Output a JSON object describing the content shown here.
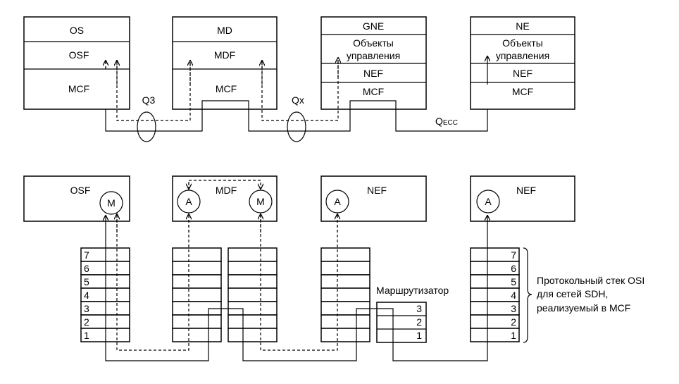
{
  "top": {
    "os": {
      "title": "OS",
      "osf": "OSF",
      "mcf": "MCF"
    },
    "md": {
      "title": "MD",
      "mdf": "MDF",
      "mcf": "MCF"
    },
    "gne": {
      "title": "GNE",
      "obj1": "Объекты",
      "obj2": "управления",
      "nef": "NEF",
      "mcf": "MCF"
    },
    "ne": {
      "title": "NE",
      "obj1": "Объекты",
      "obj2": "управления",
      "nef": "NEF",
      "mcf": "MCF"
    },
    "q3": "Q3",
    "qx": "Qx",
    "qecc_main": "Q",
    "qecc_sub": "ECC"
  },
  "bottom": {
    "osf_label": "OSF",
    "mdf_label": "MDF",
    "nef_label": "NEF",
    "manager": "M",
    "agent": "A",
    "router": "Маршрутизатор",
    "layers": [
      "7",
      "6",
      "5",
      "4",
      "3",
      "2",
      "1"
    ],
    "router_layers": [
      "3",
      "2",
      "1"
    ],
    "caption": [
      "Протокольный стек OSI",
      "для сетей SDH,",
      "реализуемый в MCF"
    ]
  }
}
